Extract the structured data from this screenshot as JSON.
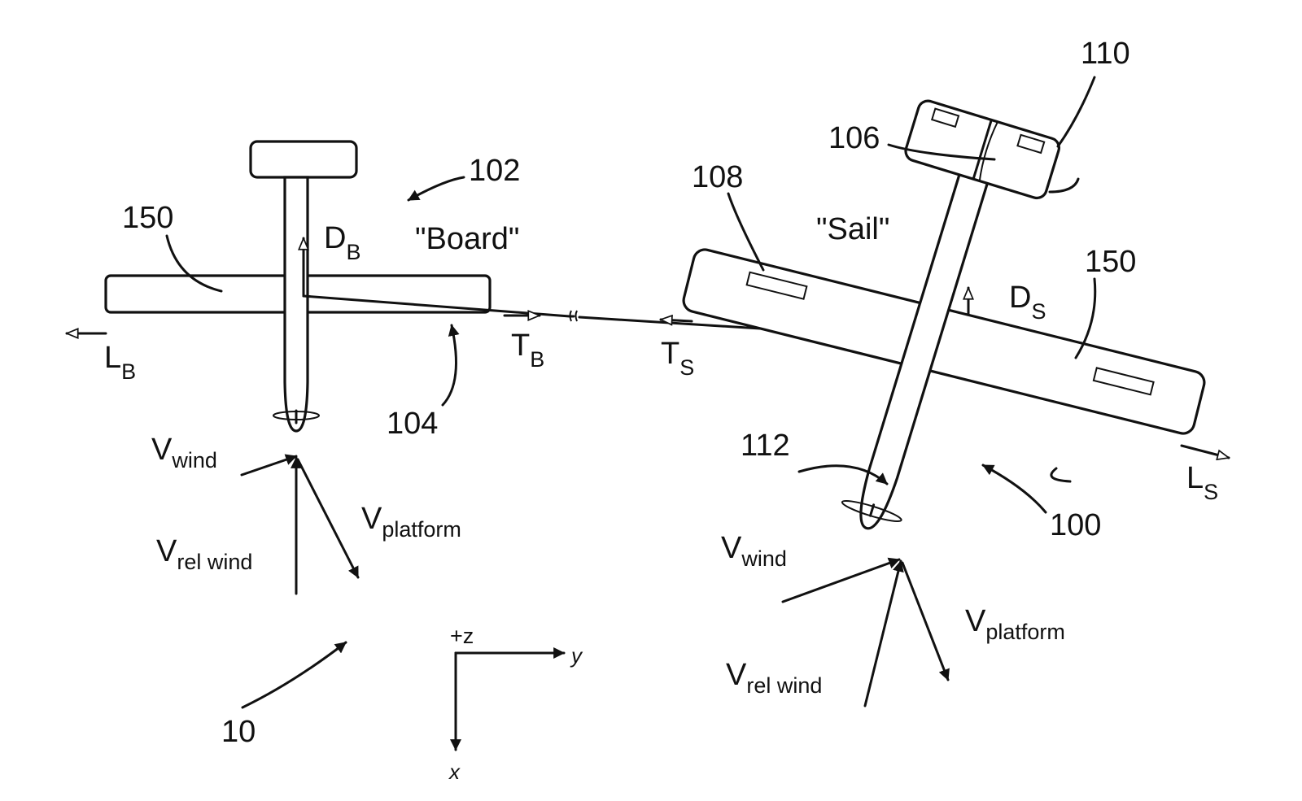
{
  "labels": {
    "board_quote": "\"Board\"",
    "sail_quote": "\"Sail\"",
    "ref_10": "10",
    "ref_100": "100",
    "ref_102": "102",
    "ref_104": "104",
    "ref_106": "106",
    "ref_108": "108",
    "ref_110": "110",
    "ref_112": "112",
    "ref_150_left": "150",
    "ref_150_right": "150"
  },
  "forces": {
    "drag_board": {
      "main": "D",
      "sub": "B"
    },
    "lift_board": {
      "main": "L",
      "sub": "B"
    },
    "tension_board": {
      "main": "T",
      "sub": "B"
    },
    "tension_sail": {
      "main": "T",
      "sub": "S"
    },
    "drag_sail": {
      "main": "D",
      "sub": "S"
    },
    "lift_sail": {
      "main": "L",
      "sub": "S"
    }
  },
  "velocities": {
    "left": {
      "wind": {
        "main": "V",
        "sub": "wind"
      },
      "platform": {
        "main": "V",
        "sub": "platform"
      },
      "rel_wind": {
        "main": "V",
        "sub": "rel wind"
      }
    },
    "right": {
      "wind": {
        "main": "V",
        "sub": "wind"
      },
      "platform": {
        "main": "V",
        "sub": "platform"
      },
      "rel_wind": {
        "main": "V",
        "sub": "rel wind"
      }
    }
  },
  "axes": {
    "z": "+z",
    "y": "y",
    "x": "x"
  }
}
